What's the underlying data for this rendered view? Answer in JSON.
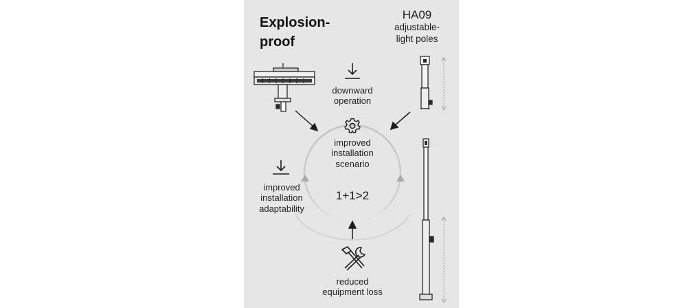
{
  "title": {
    "line1": "Explosion-",
    "line2": "proof"
  },
  "model": {
    "code": "HA09",
    "line1": "adjustable-",
    "line2": "light poles"
  },
  "downward": {
    "line1": "downward",
    "line2": "operation",
    "icon": "download-arrow-icon"
  },
  "center": {
    "line1": "improved",
    "line2": "installation",
    "line3": "scenario",
    "icon": "gear-icon"
  },
  "adaptability": {
    "line1": "improved",
    "line2": "installation",
    "line3": "adaptability",
    "icon": "download-arrow-icon"
  },
  "formula": "1+1>2",
  "loss": {
    "line1": "reduced",
    "line2": "equipment loss",
    "icon": "tools-icon"
  },
  "colors": {
    "panel": "#e6e6e6",
    "ink": "#1d1d1d",
    "circle": "#c2c2c2"
  }
}
